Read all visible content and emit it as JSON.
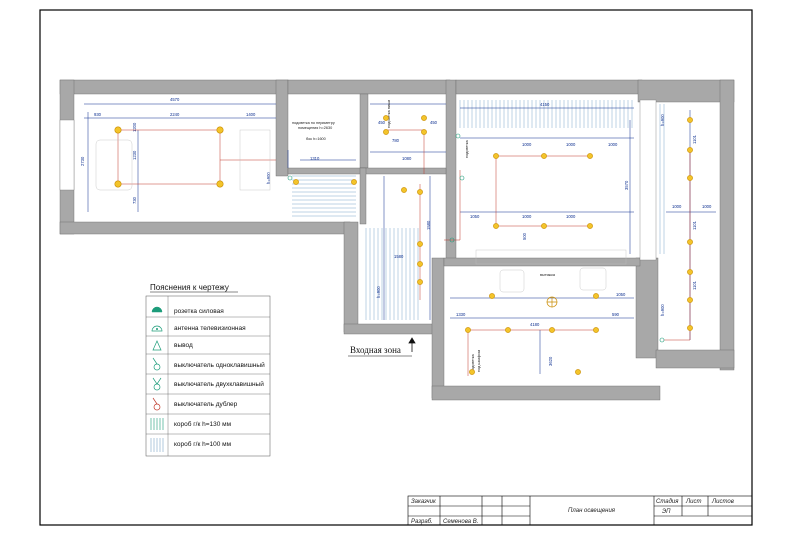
{
  "title_block": {
    "customer_label": "Заказчик",
    "developed_label": "Разраб.",
    "developer_name": "Семенова В.",
    "sheet_title": "План освещения",
    "stage_label": "Стадия",
    "sheet_label": "Лист",
    "sheets_label": "Листов",
    "stage_value": "ЭП"
  },
  "legend": {
    "title": "Пояснения к чертежу",
    "items": [
      {
        "symbol": "socket-icon",
        "label": "розетка силовая"
      },
      {
        "symbol": "tv-antenna-icon",
        "label": "антенна телевизионная"
      },
      {
        "symbol": "outlet-lead-icon",
        "label": "вывод"
      },
      {
        "symbol": "switch-single-icon",
        "label": "выключатель одноклавишный"
      },
      {
        "symbol": "switch-double-icon",
        "label": "выключатель двухклавишный"
      },
      {
        "symbol": "switch-duplicate-icon",
        "label": "выключатель дублер"
      },
      {
        "symbol": "duct-130-icon",
        "label": "короб г/к h=130 мм"
      },
      {
        "symbol": "duct-100-icon",
        "label": "короб г/к h=100 мм"
      }
    ]
  },
  "plan": {
    "entrance_label": "Входная зона",
    "notes": {
      "perimeter_light_a": "подсветка по периметру",
      "perimeter_light_b": "помещения h=2630",
      "box_h": "бок h=1600",
      "niche_light": "подсветка ниши",
      "shelf_light": "подсветка",
      "hood_note": "вытяжка",
      "under_cabinet_a": "подсветка",
      "under_cabinet_b": "под шкафом"
    },
    "dimensions": [
      "4570",
      "930",
      "2240",
      "1400",
      "2730",
      "1230",
      "730",
      "1200",
      "450",
      "450",
      "780",
      "1080",
      "1310",
      "1580",
      "4150",
      "1000",
      "1000",
      "1000",
      "1050",
      "1000",
      "1000",
      "3570",
      "500",
      "1050",
      "1330",
      "4180",
      "590",
      "3620",
      "1580",
      "1101",
      "1101",
      "1101",
      "1000",
      "1000",
      "h=900",
      "h=900",
      "h=900",
      "h=900"
    ],
    "colors": {
      "wall": "#a8a8a8",
      "dimension": "#0a2d8f",
      "light_fixture": "#f3c42a",
      "wire": "#c0392b",
      "switch": "#1c9c7a",
      "hatch": "#7fa7c9"
    }
  }
}
